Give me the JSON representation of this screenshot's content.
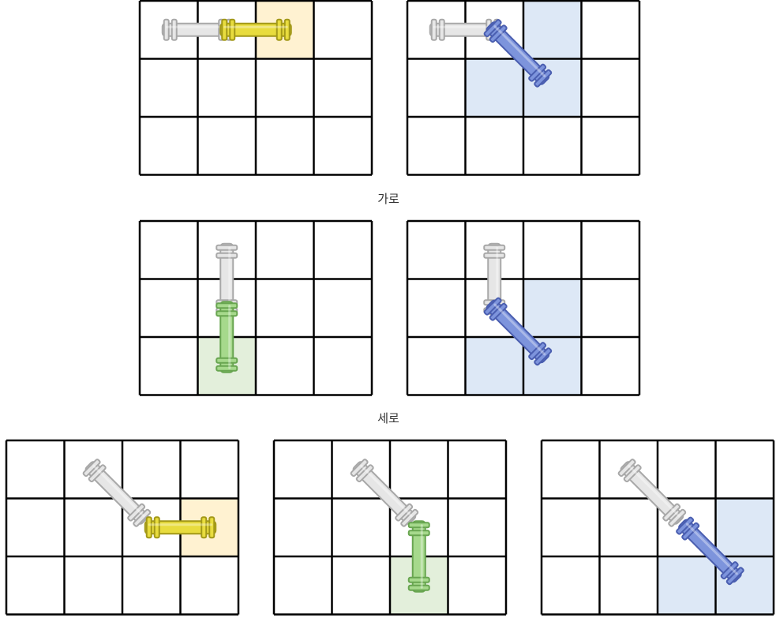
{
  "captions": {
    "horizontal": "가로",
    "vertical": "세로"
  },
  "colors": {
    "grid_line": "#000000",
    "cell_bg": "#ffffff",
    "highlight_yellow": "#fff2d1",
    "highlight_green": "#e3efdb",
    "highlight_blue": "#dde8f6",
    "pipe_gray": "#e6e6e6",
    "pipe_gray_stroke": "#a8a8a8",
    "pipe_yellow": "#e8dc3e",
    "pipe_yellow_stroke": "#a29818",
    "pipe_green": "#a6d98c",
    "pipe_green_stroke": "#68a550",
    "pipe_blue": "#7d94dc",
    "pipe_blue_stroke": "#4a5eb0"
  },
  "grids": [
    {
      "id": "horizontal-to-horizontal",
      "rows": 3,
      "cols": 4,
      "highlight": {
        "color": "yellow",
        "cells": [
          [
            0,
            2
          ]
        ]
      },
      "pipes": [
        {
          "color": "gray",
          "from": [
            0,
            0
          ],
          "orient": "horizontal"
        },
        {
          "color": "yellow",
          "from": [
            0,
            1
          ],
          "orient": "horizontal"
        }
      ]
    },
    {
      "id": "horizontal-to-diagonal",
      "rows": 3,
      "cols": 4,
      "highlight": {
        "color": "blue",
        "cells": [
          [
            0,
            2
          ],
          [
            1,
            1
          ],
          [
            1,
            2
          ]
        ]
      },
      "pipes": [
        {
          "color": "gray",
          "from": [
            0,
            0
          ],
          "orient": "horizontal"
        },
        {
          "color": "blue",
          "from": [
            0,
            1
          ],
          "orient": "diagonal"
        }
      ]
    },
    {
      "id": "vertical-to-vertical",
      "rows": 3,
      "cols": 4,
      "highlight": {
        "color": "green",
        "cells": [
          [
            2,
            1
          ]
        ]
      },
      "pipes": [
        {
          "color": "gray",
          "from": [
            0,
            1
          ],
          "orient": "vertical"
        },
        {
          "color": "green",
          "from": [
            1,
            1
          ],
          "orient": "vertical"
        }
      ]
    },
    {
      "id": "vertical-to-diagonal",
      "rows": 3,
      "cols": 4,
      "highlight": {
        "color": "blue",
        "cells": [
          [
            1,
            2
          ],
          [
            2,
            1
          ],
          [
            2,
            2
          ]
        ]
      },
      "pipes": [
        {
          "color": "gray",
          "from": [
            0,
            1
          ],
          "orient": "vertical"
        },
        {
          "color": "blue",
          "from": [
            1,
            1
          ],
          "orient": "diagonal"
        }
      ]
    },
    {
      "id": "diagonal-to-horizontal",
      "rows": 3,
      "cols": 4,
      "highlight": {
        "color": "yellow",
        "cells": [
          [
            1,
            3
          ]
        ]
      },
      "pipes": [
        {
          "color": "gray",
          "from": [
            0,
            1
          ],
          "orient": "diagonal"
        },
        {
          "color": "yellow",
          "from": [
            1,
            2
          ],
          "orient": "horizontal"
        }
      ]
    },
    {
      "id": "diagonal-to-vertical",
      "rows": 3,
      "cols": 4,
      "highlight": {
        "color": "green",
        "cells": [
          [
            2,
            2
          ]
        ]
      },
      "pipes": [
        {
          "color": "gray",
          "from": [
            0,
            1
          ],
          "orient": "diagonal"
        },
        {
          "color": "green",
          "from": [
            1,
            2
          ],
          "orient": "vertical"
        }
      ]
    },
    {
      "id": "diagonal-to-diagonal",
      "rows": 3,
      "cols": 4,
      "highlight": {
        "color": "blue",
        "cells": [
          [
            1,
            3
          ],
          [
            2,
            2
          ],
          [
            2,
            3
          ]
        ]
      },
      "pipes": [
        {
          "color": "gray",
          "from": [
            0,
            1
          ],
          "orient": "diagonal"
        },
        {
          "color": "blue",
          "from": [
            1,
            2
          ],
          "orient": "diagonal"
        }
      ]
    }
  ]
}
